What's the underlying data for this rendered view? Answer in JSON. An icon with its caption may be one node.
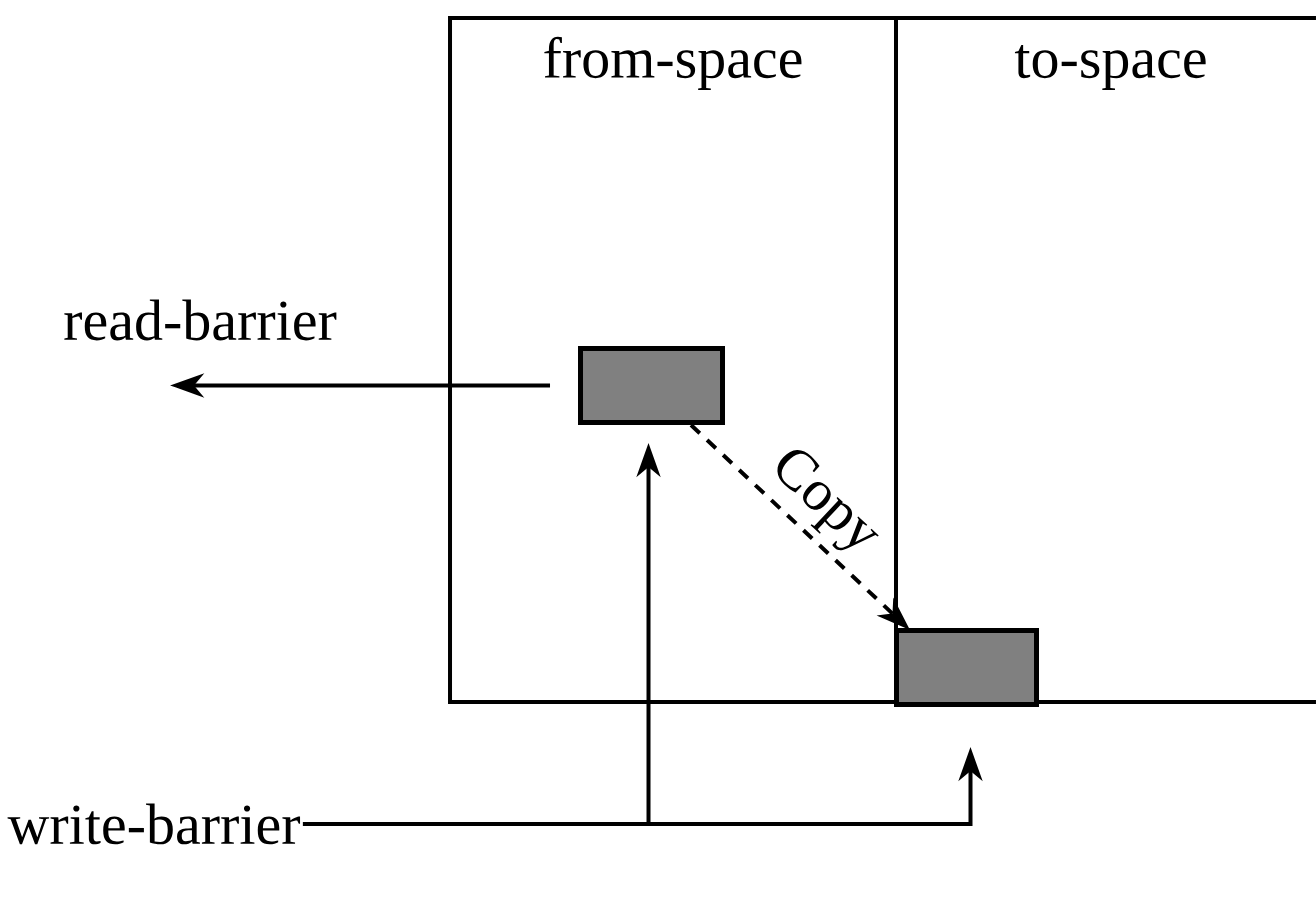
{
  "diagram": {
    "nodes": [
      {
        "text": [
          "from-space"
        ]
      },
      {
        "text": [
          "to-space"
        ]
      },
      {
        "text": [],
        "shape": "box",
        "in": 0
      },
      {
        "text": [],
        "shape": "box",
        "in": 1
      },
      {
        "text": [
          "read-barrier"
        ]
      },
      {
        "text": [
          "write-barrier"
        ]
      }
    ],
    "edges": [
      {
        "from": 2,
        "to": 3,
        "arrow": "to",
        "style": "dashed",
        "label": "Copy"
      },
      {
        "from": 2,
        "to": 4,
        "arrow": "to"
      },
      {
        "from": 5,
        "to": 2,
        "arrow": "to"
      },
      {
        "from": 5,
        "to": 3,
        "arrow": "to"
      }
    ]
  }
}
